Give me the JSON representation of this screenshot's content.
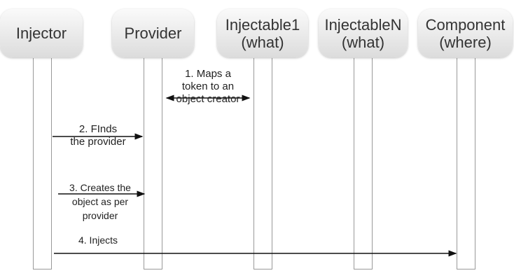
{
  "participants": [
    {
      "line1": "Injector",
      "line2": ""
    },
    {
      "line1": "Provider",
      "line2": ""
    },
    {
      "line1": "Injectable1",
      "line2": "(what)"
    },
    {
      "line1": "InjectableN",
      "line2": "(what)"
    },
    {
      "line1": "Component",
      "line2": "(where)"
    }
  ],
  "messages": [
    {
      "lines": [
        "1. Maps a",
        "token to an",
        "object creator"
      ]
    },
    {
      "lines": [
        "2. FInds",
        "the provider"
      ]
    },
    {
      "lines": [
        "3. Creates the",
        "object as per",
        "provider"
      ]
    },
    {
      "lines": [
        "4. Injects"
      ]
    }
  ]
}
